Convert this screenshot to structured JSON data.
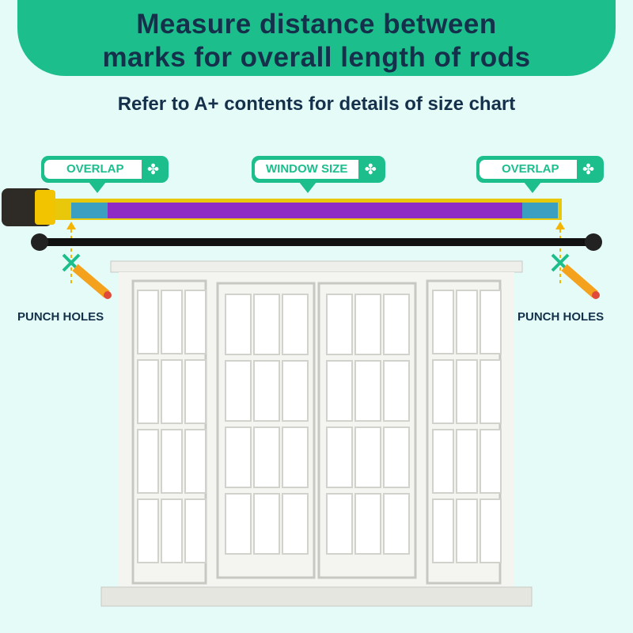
{
  "header": {
    "line1": "Measure distance between",
    "line2": "marks for overall length of rods"
  },
  "subtitle": "Refer to A+ contents for details of size chart",
  "callouts": [
    {
      "label": "OVERLAP",
      "icon": "fan-icon"
    },
    {
      "label": "WINDOW SIZE",
      "icon": "fan-icon"
    },
    {
      "label": "OVERLAP",
      "icon": "fan-icon"
    }
  ],
  "punch_left": "PUNCH HOLES",
  "punch_right": "PUNCH HOLES",
  "colors": {
    "accent": "#1cbf8c",
    "text": "#15304b",
    "overlap": "#3a9fc0",
    "window": "#8e2bc4",
    "tape": "#e9c80c"
  }
}
